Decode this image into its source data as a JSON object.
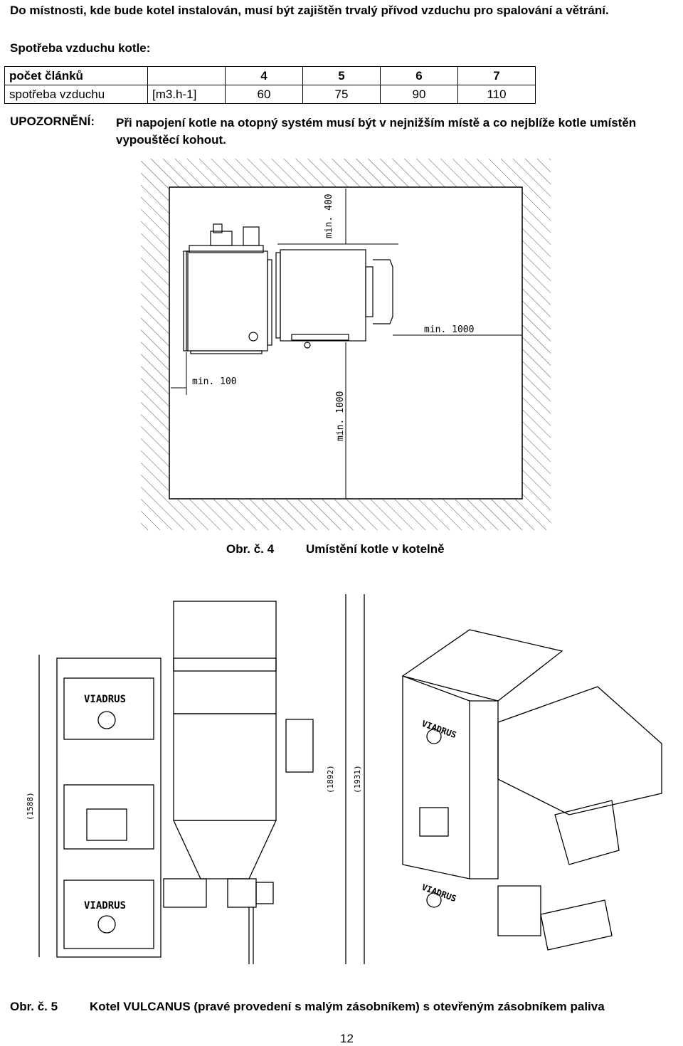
{
  "intro": {
    "line1": "Do místnosti, kde bude kotel instalován, musí být zajištěn trvalý přívod vzduchu pro spalování a větrání.",
    "heading": "Spotřeba vzduchu kotle:"
  },
  "air_table": {
    "row1_label": "počet článků",
    "row1_values": [
      "4",
      "5",
      "6",
      "7"
    ],
    "row2_label": "spotřeba vzduchu",
    "row2_unit": "[m3.h-1]",
    "row2_values": [
      "60",
      "75",
      "90",
      "110"
    ]
  },
  "warning": {
    "label": "UPOZORNĚNÍ:",
    "text": "Při napojení kotle na otopný systém musí být v nejnižším místě a co nejblíže kotle umístěn vypouštěcí kohout."
  },
  "figure4": {
    "dims": {
      "top": "min. 400",
      "right": "min. 1000",
      "left": "min. 100",
      "front": "min. 1000"
    },
    "caption_num": "Obr. č. 4",
    "caption_text": "Umístění kotle v kotelně"
  },
  "figure5": {
    "brand": "VIADRUS",
    "dims": {
      "d1588": "(1588)",
      "d1892": "(1892)",
      "d1931": "(1931)"
    },
    "caption_num": "Obr. č. 5",
    "caption_text": "Kotel VULCANUS (pravé provedení s malým zásobníkem) s otevřeným zásobníkem paliva"
  },
  "page_number": "12"
}
